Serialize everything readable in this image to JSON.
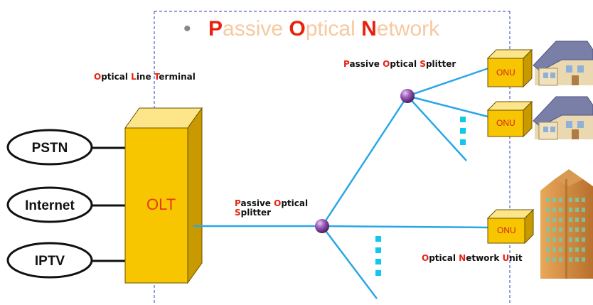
{
  "title": {
    "bullet": "•",
    "parts": [
      {
        "first": "P",
        "rest": "assive "
      },
      {
        "first": "O",
        "rest": "ptical "
      },
      {
        "first": "N",
        "rest": "etwork"
      }
    ]
  },
  "labels": {
    "olt_title": {
      "w1a": "O",
      "w1b": "ptical ",
      "w2a": "L",
      "w2b": "ine ",
      "w3a": "T",
      "w3b": "erminal"
    },
    "pos_top": {
      "w1a": "P",
      "w1b": "assive ",
      "w2a": "O",
      "w2b": "ptical ",
      "w3a": "S",
      "w3b": "plitter"
    },
    "pos_mid": {
      "l1a": "P",
      "l1b": "assive ",
      "l1c": "O",
      "l1d": "ptical",
      "l2a": "S",
      "l2b": "plitter"
    },
    "onu_title": {
      "w1a": "O",
      "w1b": "ptical ",
      "w2a": "N",
      "w2b": "etwork ",
      "w3a": "U",
      "w3b": "nit"
    }
  },
  "networks": [
    "PSTN",
    "Internet",
    "IPTV"
  ],
  "olt_label": "OLT",
  "onu_label": "ONU",
  "colors": {
    "title_initial": "#e8220f",
    "title_rest": "#f6c9a0",
    "label_initial": "#e8220f",
    "fiber": "#2aa6e8",
    "box_front": "#f7c600",
    "box_top": "#fde58a",
    "box_side": "#c89a00",
    "dash_frame": "#2b3fc4",
    "dots": "#11c7ec",
    "splitter": "#8a4fa8"
  }
}
